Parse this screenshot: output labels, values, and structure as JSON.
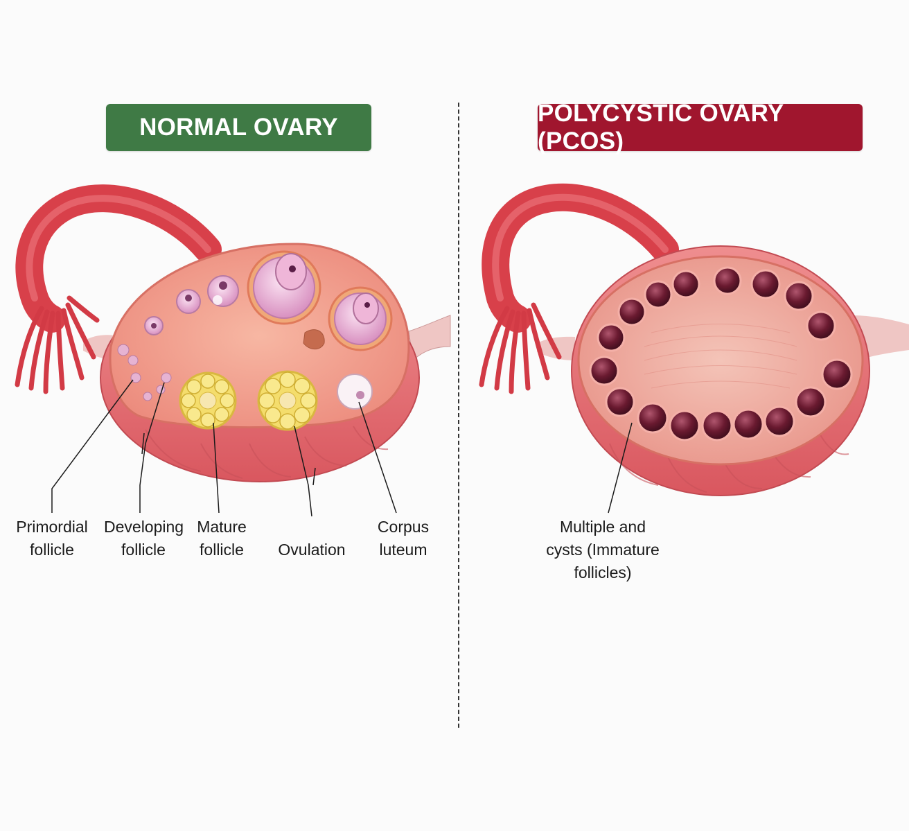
{
  "normal": {
    "title": "NORMAL OVARY",
    "title_bg": "#3f7a45",
    "labels": {
      "primordial_line1": "Primordial",
      "primordial_line2": "follicle",
      "developing_line1": "Developing",
      "developing_line2": "follicle",
      "mature_line1": "Mature",
      "mature_line2": "follicle",
      "ovulation": "Ovulation",
      "corpus_line1": "Corpus",
      "corpus_line2": "luteum"
    }
  },
  "pcos": {
    "title": "POLYCYSTIC OVARY (PCOS)",
    "title_bg": "#a0162e",
    "labels": {
      "cysts_line1": "Multiple and",
      "cysts_line2": "cysts (Immature",
      "cysts_line3": "follicles)"
    }
  },
  "colors": {
    "tissue": "#e8747a",
    "tissue_dark": "#c2474f",
    "tube": "#d8404a",
    "stroma": "#f2a08e",
    "follicle_pink": "#e5a6cf",
    "corpus_yellow": "#f4dd6c",
    "cyst": "#6e1f33"
  }
}
